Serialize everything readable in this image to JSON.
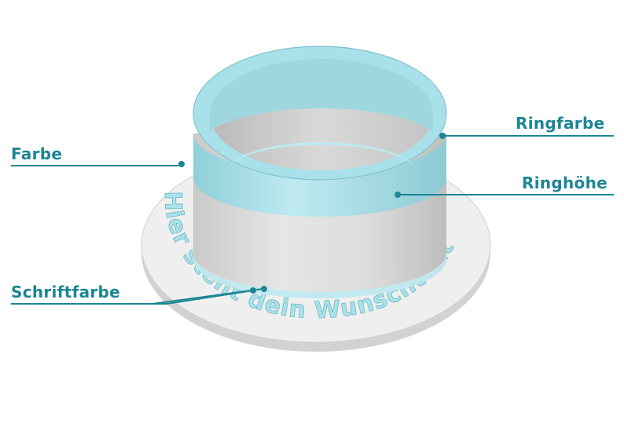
{
  "colors": {
    "accent": "#1d8594",
    "ring": "#a9e1ea",
    "ring_dark": "#7fc2cd",
    "base": "#e9e9e9",
    "wall": "#d8d8d8",
    "text_relief": "#a9e1ea"
  },
  "labels": {
    "farbe": "Farbe",
    "ringfarbe": "Ringfarbe",
    "ringhoehe": "Ringhöhe",
    "schriftfarbe": "Schriftfarbe"
  },
  "base_text": "Hier steht dein Wunschtext"
}
